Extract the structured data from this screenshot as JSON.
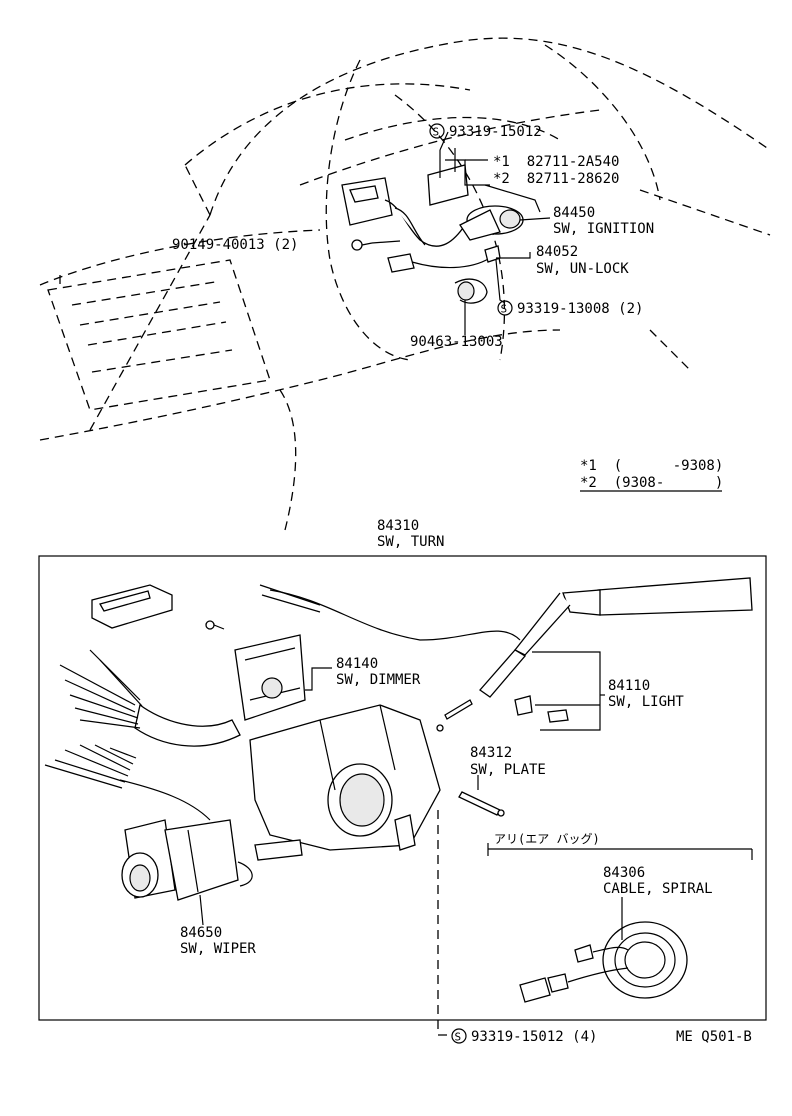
{
  "labels": {
    "bolt_top": "93319-15012",
    "note1_part": "*1  82711-2A540",
    "note2_part": "*2  82711-28620",
    "ign_no": "84450",
    "ign_name": "SW, IGNITION",
    "screw": "90149-40013 (2)",
    "unlock_no": "84052",
    "unlock_name": "SW, UN-LOCK",
    "bolt_unlock": "93319-13008 (2)",
    "clamp": "90463-13003",
    "legend1": "*1  (      -9308)",
    "legend2": "*2  (9308-      )",
    "turn_no": "84310",
    "turn_name": "SW, TURN",
    "dimmer_no": "84140",
    "dimmer_name": "SW, DIMMER",
    "light_no": "84110",
    "light_name": "SW, LIGHT",
    "plate_no": "84312",
    "plate_name": "SW, PLATE",
    "airbag_note": "アリ(エア バッグ)",
    "spiral_no": "84306",
    "spiral_name": "CABLE, SPIRAL",
    "wiper_no": "84650",
    "wiper_name": "SW, WIPER",
    "bolt_bottom": "93319-15012 (4)",
    "drawing_code": "ME Q501-B",
    "s_mark": "S"
  }
}
